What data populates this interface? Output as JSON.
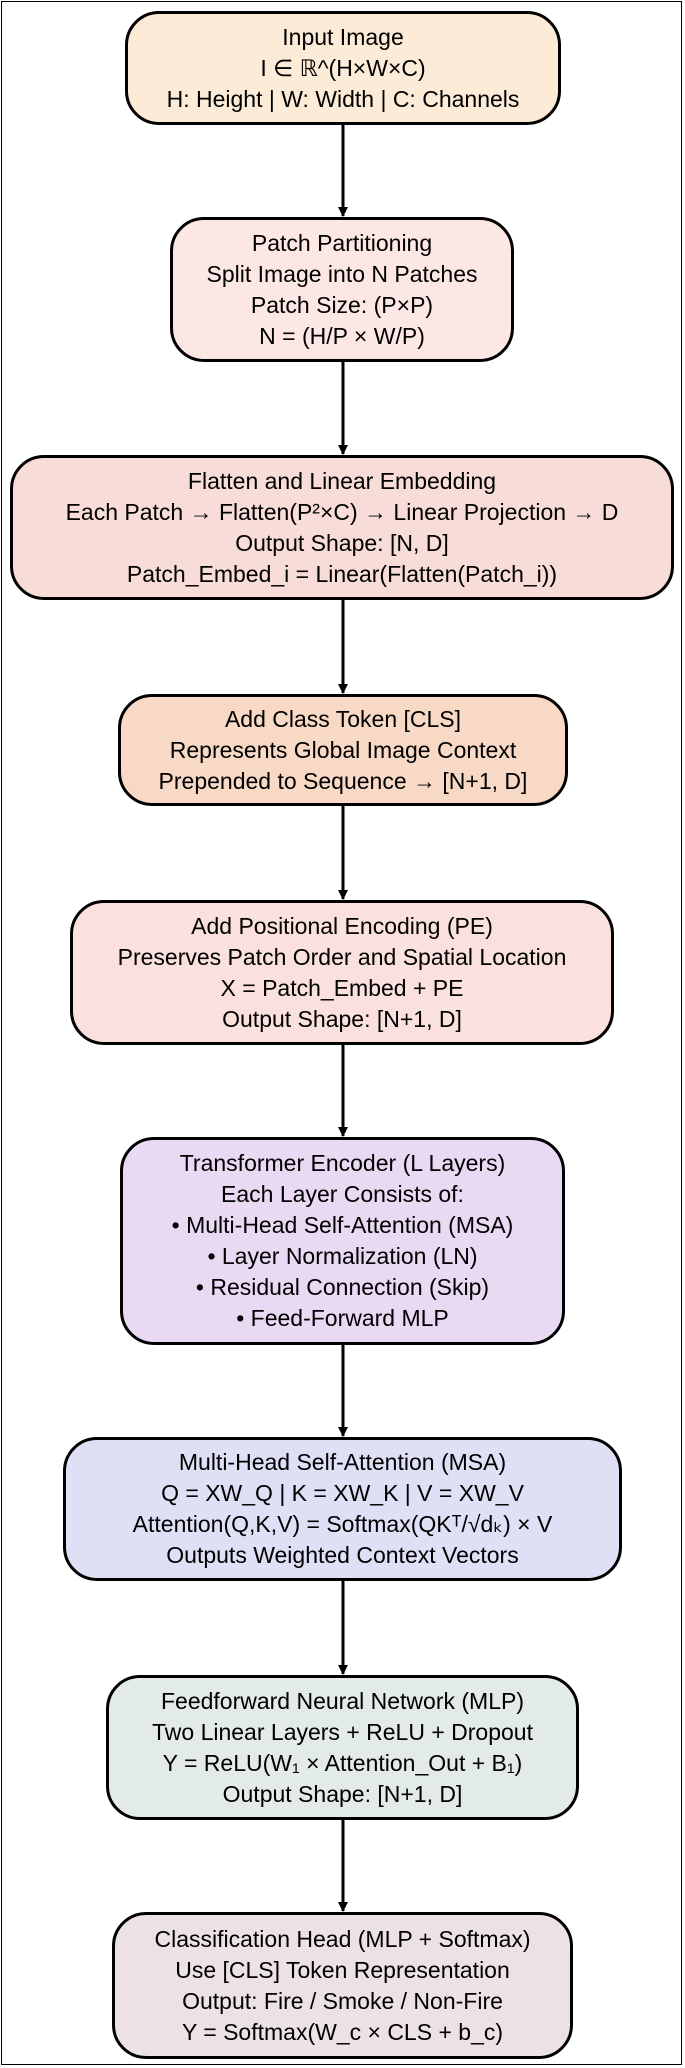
{
  "nodes": [
    {
      "id": "input-image",
      "color": "#fcebd7",
      "lines": [
        "Input Image",
        "I ∈ ℝ^(H×W×C)",
        "H: Height | W: Width | C: Channels"
      ]
    },
    {
      "id": "patch-partitioning",
      "color": "#fde7e4",
      "lines": [
        "Patch Partitioning",
        "Split Image into N Patches",
        "Patch Size: (P×P)",
        "N = (H/P × W/P)"
      ]
    },
    {
      "id": "flatten-linear-embedding",
      "color": "#f8dcd7",
      "lines": [
        "Flatten and Linear Embedding",
        "Each Patch → Flatten(P²×C) → Linear Projection → D",
        "Output Shape: [N, D]",
        "Patch_Embed_i = Linear(Flatten(Patch_i))"
      ]
    },
    {
      "id": "add-class-token",
      "color": "#f8d9c6",
      "lines": [
        "Add Class Token [CLS]",
        "Represents Global Image Context",
        "Prepended to Sequence → [N+1, D]"
      ]
    },
    {
      "id": "add-positional-encoding",
      "color": "#fbe1de",
      "lines": [
        "Add Positional Encoding (PE)",
        "Preserves Patch Order and Spatial Location",
        "X = Patch_Embed + PE",
        "Output Shape: [N+1, D]"
      ]
    },
    {
      "id": "transformer-encoder",
      "color": "#e9d9f3",
      "lines": [
        "Transformer Encoder (L Layers)",
        "Each Layer Consists of:",
        "• Multi-Head Self-Attention (MSA)",
        "• Layer Normalization (LN)",
        "• Residual Connection (Skip)",
        "• Feed-Forward MLP"
      ]
    },
    {
      "id": "multi-head-self-attention",
      "color": "#dfdff6",
      "lines": [
        "Multi-Head Self-Attention (MSA)",
        "Q = XW_Q | K = XW_K | V = XW_V",
        "Attention(Q,K,V) = Softmax(QKᵀ/√dₖ) × V",
        "Outputs Weighted Context Vectors"
      ]
    },
    {
      "id": "feedforward-mlp",
      "color": "#e2ebe6",
      "lines": [
        "Feedforward Neural Network (MLP)",
        "Two Linear Layers + ReLU + Dropout",
        "Y = ReLU(W₁ × Attention_Out + B₁)",
        "Output Shape: [N+1, D]"
      ]
    },
    {
      "id": "classification-head",
      "color": "#ece2e5",
      "lines": [
        "Classification Head (MLP + Softmax)",
        "Use [CLS] Token Representation",
        "Output: Fire / Smoke / Non-Fire",
        "Y = Softmax(W_c × CLS + b_c)"
      ]
    }
  ]
}
